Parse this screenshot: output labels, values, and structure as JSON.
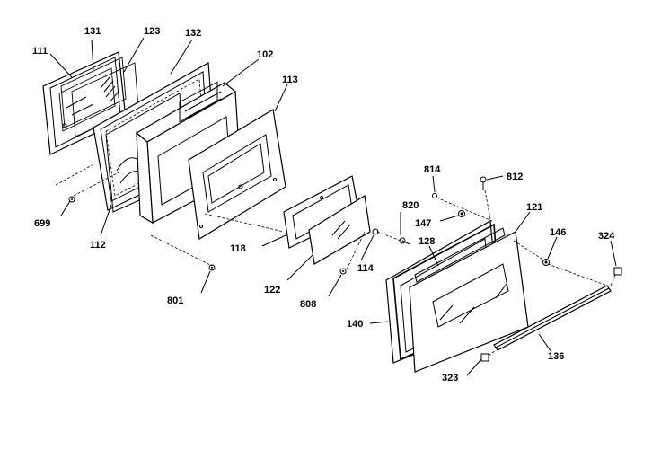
{
  "labels": {
    "p111": "111",
    "p131": "131",
    "p123": "123",
    "p132": "132",
    "p102": "102",
    "p113": "113",
    "p699": "699",
    "p112": "112",
    "p118": "118",
    "p801": "801",
    "p122": "122",
    "p808": "808",
    "p114": "114",
    "p820": "820",
    "p814": "814",
    "p812": "812",
    "p147": "147",
    "p128": "128",
    "p121": "121",
    "p146": "146",
    "p324": "324",
    "p140": "140",
    "p323": "323",
    "p136": "136"
  }
}
